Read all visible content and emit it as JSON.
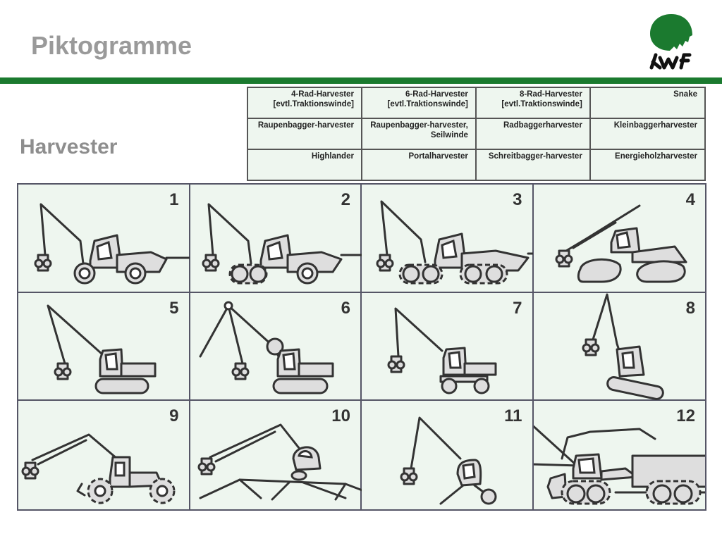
{
  "header": {
    "title": "Piktogramme",
    "section": "Harvester"
  },
  "colors": {
    "brand_green": "#1b7a2f",
    "cell_bg": "#eef6ef"
  },
  "logo": {
    "text": "kwf",
    "icon": "kwf-tree-logo"
  },
  "legend": [
    [
      "4-Rad-Harvester [evtl.Traktionswinde]",
      "6-Rad-Harvester [evtl.Traktionswinde]",
      "8-Rad-Harvester [evtl.Traktionswinde]",
      "Snake"
    ],
    [
      "Raupenbagger-harvester",
      "Raupenbagger-harvester, Seilwinde",
      "Radbaggerharvester",
      "Kleinbaggerharvester"
    ],
    [
      "Highlander",
      "Portalharvester",
      "Schreitbagger-harvester",
      "Energieholzharvester"
    ]
  ],
  "pictograms": {
    "numbers": [
      "1",
      "2",
      "3",
      "4",
      "5",
      "6",
      "7",
      "8",
      "9",
      "10",
      "11",
      "12"
    ],
    "icons": [
      "4-wheel-harvester-icon",
      "6-wheel-harvester-icon",
      "8-wheel-harvester-icon",
      "snake-harvester-icon",
      "crawler-excavator-harvester-icon",
      "crawler-harvester-winch-icon",
      "wheeled-excavator-harvester-icon",
      "small-excavator-harvester-icon",
      "highlander-icon",
      "portal-harvester-icon",
      "walking-excavator-harvester-icon",
      "energy-wood-harvester-icon"
    ]
  }
}
